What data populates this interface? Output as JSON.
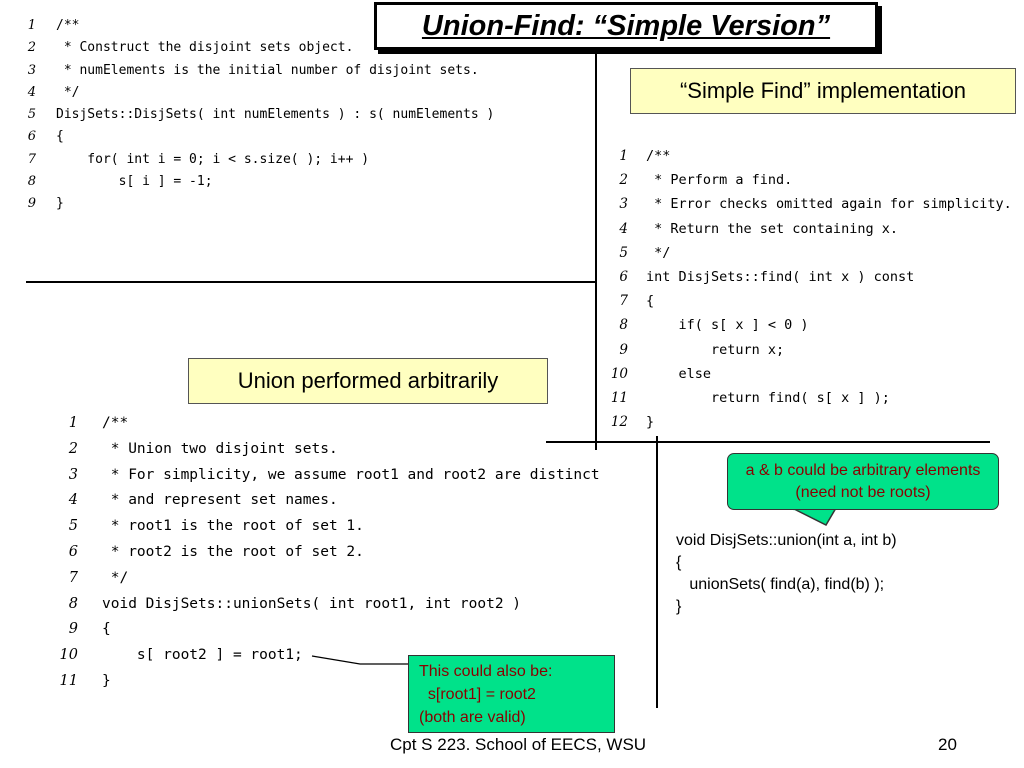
{
  "title": "Union-Find: “Simple Version”",
  "constructor_code": {
    "lines": [
      {
        "n": "1",
        "text": "/**"
      },
      {
        "n": "2",
        "text": " * Construct the disjoint sets object."
      },
      {
        "n": "3",
        "text": " * numElements is the initial number of disjoint sets."
      },
      {
        "n": "4",
        "text": " */"
      },
      {
        "n": "5",
        "text": "DisjSets::DisjSets( int numElements ) : s( numElements )"
      },
      {
        "n": "6",
        "text": "{"
      },
      {
        "n": "7",
        "text": "    for( int i = 0; i < s.size( ); i++ )"
      },
      {
        "n": "8",
        "text": "        s[ i ] = -1;"
      },
      {
        "n": "9",
        "text": "}"
      }
    ]
  },
  "find_label": "“Simple Find” implementation",
  "find_code": {
    "lines": [
      {
        "n": "1",
        "text": "/**"
      },
      {
        "n": "2",
        "text": " * Perform a find."
      },
      {
        "n": "3",
        "text": " * Error checks omitted again for simplicity."
      },
      {
        "n": "4",
        "text": " * Return the set containing x."
      },
      {
        "n": "5",
        "text": " */"
      },
      {
        "n": "6",
        "text": "int DisjSets::find( int x ) const"
      },
      {
        "n": "7",
        "text": "{"
      },
      {
        "n": "8",
        "text": "    if( s[ x ] < 0 )"
      },
      {
        "n": "9",
        "text": "        return x;"
      },
      {
        "n": "10",
        "text": "    else"
      },
      {
        "n": "11",
        "text": "        return find( s[ x ] );"
      },
      {
        "n": "12",
        "text": "}"
      }
    ]
  },
  "union_label": "Union performed arbitrarily",
  "union_sets_code": {
    "lines": [
      {
        "n": "1",
        "text": "/**"
      },
      {
        "n": "2",
        "text": " * Union two disjoint sets."
      },
      {
        "n": "3",
        "text": " * For simplicity, we assume root1 and root2 are distinct"
      },
      {
        "n": "4",
        "text": " * and represent set names."
      },
      {
        "n": "5",
        "text": " * root1 is the root of set 1."
      },
      {
        "n": "6",
        "text": " * root2 is the root of set 2."
      },
      {
        "n": "7",
        "text": " */"
      },
      {
        "n": "8",
        "text": "void DisjSets::unionSets( int root1, int root2 )"
      },
      {
        "n": "9",
        "text": "{"
      },
      {
        "n": "10",
        "text": "    s[ root2 ] = root1;"
      },
      {
        "n": "11",
        "text": "}"
      }
    ]
  },
  "callout_roots": "a & b could be arbitrary elements (need not be roots)",
  "union_code": {
    "lines": [
      "void DisjSets::union(int a, int b)",
      "{",
      "   unionSets( find(a), find(b) );",
      "}"
    ]
  },
  "callout_alt": {
    "line1": "This could also be:",
    "line2": "  s[root1] = root2",
    "line3": "(both are valid)"
  },
  "footer": {
    "course": "Cpt S 223. School of EECS, WSU",
    "page_number": "20"
  },
  "colors": {
    "label_fill": "#ffffc0",
    "callout_fill": "#00e28a",
    "callout_text": "#8a0000"
  }
}
